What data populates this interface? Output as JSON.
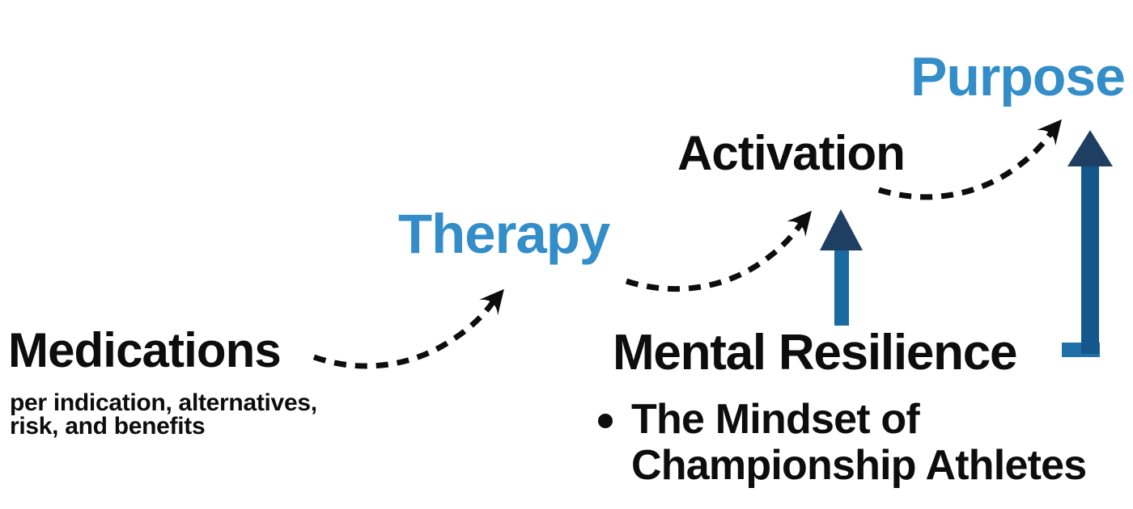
{
  "colors": {
    "background": "#ffffff",
    "ink": "#0d0d0d",
    "accent_blue": "#338dc8",
    "arrow_head": "#1e3e62",
    "arrow_shaft_tall": "#14578a",
    "arrow_shaft_short": "#1a6aa2",
    "arrow_foot": "#1f6fa8"
  },
  "stages": {
    "medications": {
      "label": "Medications",
      "note_line1": "per indication, alternatives,",
      "note_line2": "risk, and benefits"
    },
    "therapy": {
      "label": "Therapy"
    },
    "activation": {
      "label": "Activation"
    },
    "purpose": {
      "label": "Purpose"
    },
    "resilience": {
      "label": "Mental Resilience",
      "bullet_line1": "The Mindset of",
      "bullet_line2": "Championship Athletes"
    }
  },
  "connections": [
    {
      "from": "Medications",
      "to": "Therapy",
      "style": "dashed-curved-arrow"
    },
    {
      "from": "Therapy",
      "to": "Activation",
      "style": "dashed-curved-arrow"
    },
    {
      "from": "Activation",
      "to": "Purpose",
      "style": "dashed-curved-arrow"
    },
    {
      "from": "Mental Resilience",
      "to": "Activation",
      "style": "solid-up-arrow"
    },
    {
      "from": "Mental Resilience",
      "to": "Purpose",
      "style": "solid-up-arrow"
    }
  ]
}
